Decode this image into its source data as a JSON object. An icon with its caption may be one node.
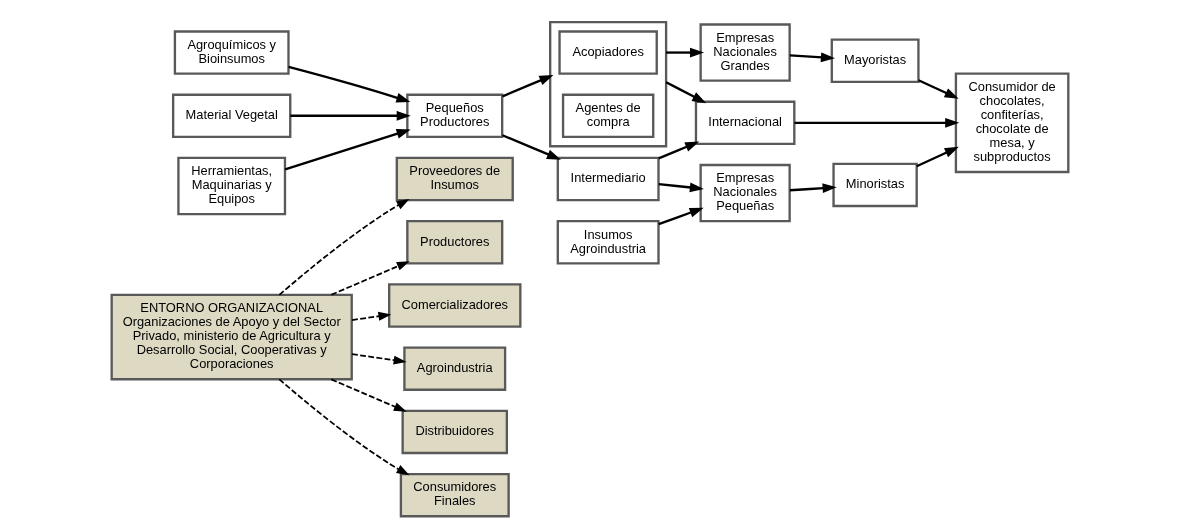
{
  "diagram": {
    "nodes": [
      {
        "text": [
          "ENTORNO ORGANIZACIONAL",
          "Organizaciones de Apoyo y del Sector Privado, ministerio de Agricultura y Desarrollo Social, Cooperativas y Corporaciones"
        ]
      },
      {
        "text": [
          "Proveedores de Insumos"
        ]
      },
      {
        "text": [
          "Productores"
        ]
      },
      {
        "text": [
          "Comercializadores"
        ]
      },
      {
        "text": [
          "Agroindustria"
        ]
      },
      {
        "text": [
          "Distribuidores"
        ]
      },
      {
        "text": [
          "Consumidores Finales"
        ]
      },
      {
        "text": [
          "Agroquímicos y Bioinsumos"
        ]
      },
      {
        "text": [
          "Material Vegetal"
        ]
      },
      {
        "text": [
          "Herramientas, Maquinarias y Equipos"
        ]
      },
      {
        "text": [
          "Pequeños Productores"
        ]
      },
      {
        "text": [],
        "shape": "box"
      },
      {
        "text": [
          "Acopiadores"
        ],
        "in": 11
      },
      {
        "text": [
          "Agentes de compra"
        ],
        "in": 11
      },
      {
        "text": [
          "Empresas Nacionales Grandes"
        ]
      },
      {
        "text": [
          "Internacional"
        ]
      },
      {
        "text": [
          "Intermediario"
        ]
      },
      {
        "text": [
          "Empresas Nacionales Pequeñas"
        ]
      },
      {
        "text": [
          "Mayoristas"
        ]
      },
      {
        "text": [
          "Minoristas"
        ]
      },
      {
        "text": [
          "Consumidor de chocolates, confiterías, chocolate de mesa, y subproductos"
        ]
      },
      {
        "text": [
          "Insumos Agroindustria"
        ]
      }
    ],
    "edges": [
      {
        "from": 0,
        "to": 1,
        "arrow": "to",
        "style": "dashed"
      },
      {
        "from": 0,
        "to": 2,
        "arrow": "to",
        "style": "dashed"
      },
      {
        "from": 0,
        "to": 3,
        "arrow": "to",
        "style": "dashed"
      },
      {
        "from": 0,
        "to": 4,
        "arrow": "to",
        "style": "dashed"
      },
      {
        "from": 0,
        "to": 5,
        "arrow": "to",
        "style": "dashed"
      },
      {
        "from": 0,
        "to": 6,
        "arrow": "to",
        "style": "dashed"
      },
      {
        "from": 7,
        "to": 10,
        "arrow": "to"
      },
      {
        "from": 8,
        "to": 10,
        "arrow": "to"
      },
      {
        "from": 9,
        "to": 10,
        "arrow": "to"
      },
      {
        "from": 10,
        "to": 11,
        "arrow": "to"
      },
      {
        "from": 10,
        "to": 16,
        "arrow": "to"
      },
      {
        "from": 11,
        "to": 14,
        "arrow": "to"
      },
      {
        "from": 11,
        "to": 15,
        "arrow": "to"
      },
      {
        "from": 16,
        "to": 15,
        "arrow": "to"
      },
      {
        "from": 16,
        "to": 17,
        "arrow": "to"
      },
      {
        "from": 14,
        "to": 18,
        "arrow": "to"
      },
      {
        "from": 17,
        "to": 19,
        "arrow": "to"
      },
      {
        "from": 18,
        "to": 20,
        "arrow": "to"
      },
      {
        "from": 15,
        "to": 20,
        "arrow": "to"
      },
      {
        "from": 19,
        "to": 20,
        "arrow": "to"
      },
      {
        "from": 21,
        "to": 17,
        "arrow": "to"
      }
    ]
  }
}
